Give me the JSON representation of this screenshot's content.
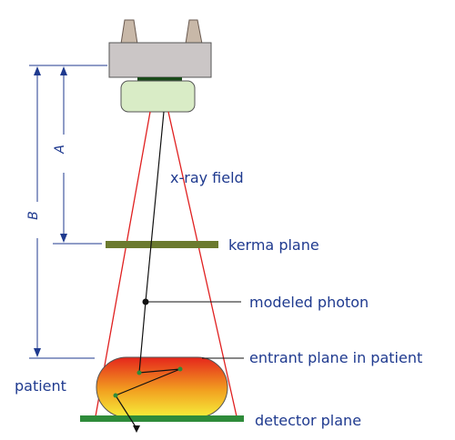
{
  "labels": {
    "xray_field": "x-ray field",
    "kerma_plane": "kerma plane",
    "modeled_photon": "modeled photon",
    "entrant_plane": "entrant plane in patient",
    "patient": "patient",
    "detector_plane": "detector plane",
    "dim_a": "A",
    "dim_b": "B"
  },
  "colors": {
    "text": "#1f3a8f",
    "field": "#e02020",
    "plane": "#6b7a2e",
    "detector": "#2e8b3a",
    "tube": "#c9c4c4",
    "collimator": "#d9ecc6"
  }
}
